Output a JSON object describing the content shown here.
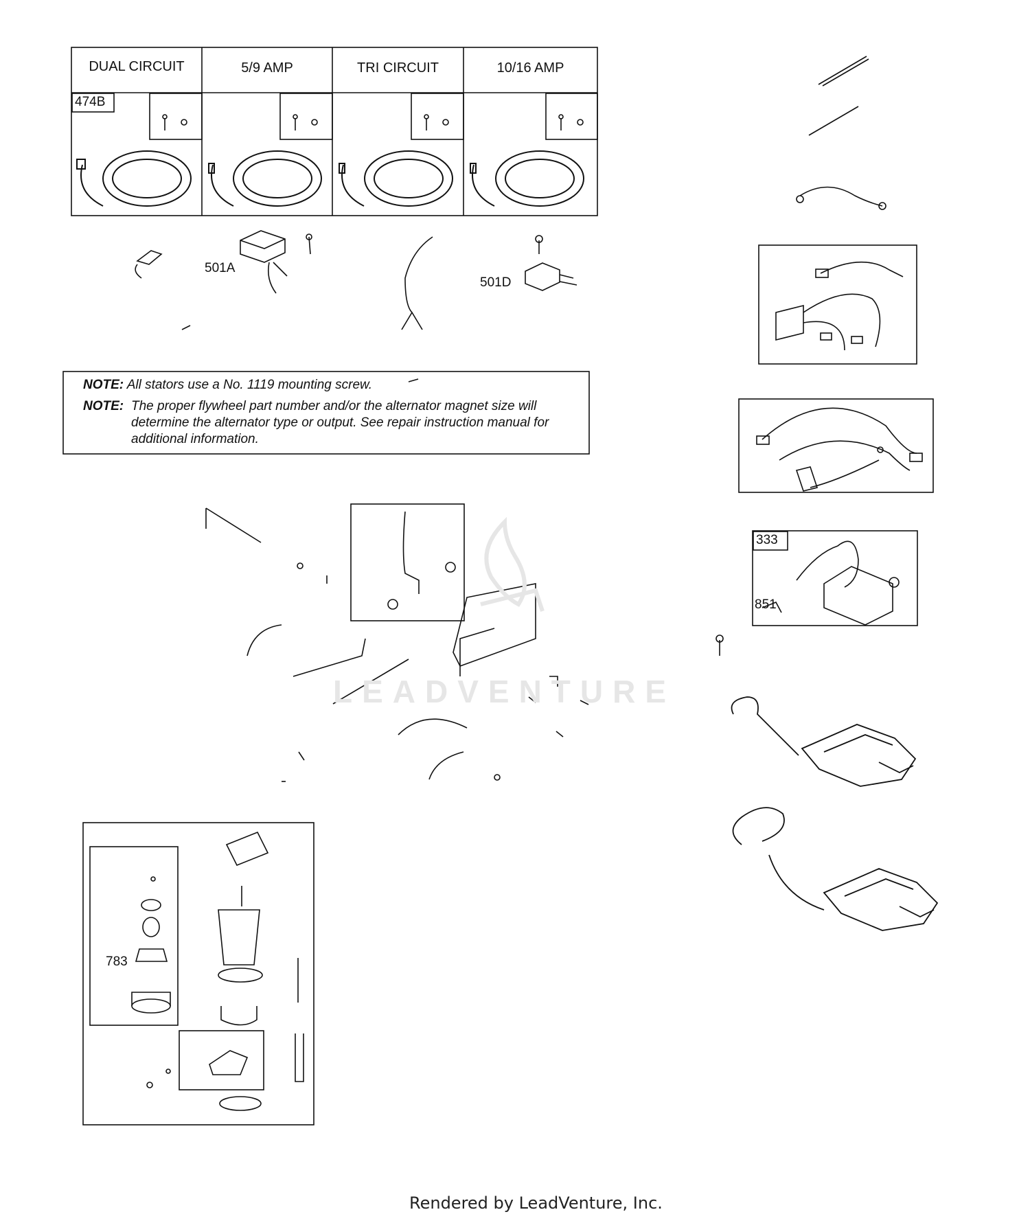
{
  "stator_table": {
    "headers": [
      "DUAL CIRCUIT",
      "5/9 AMP",
      "TRI CIRCUIT",
      "10/16 AMP"
    ],
    "callout": "474B"
  },
  "labels": {
    "rectifier_a": "501A",
    "rectifier_d": "501D",
    "ignition_armature": "333",
    "ground_clip": "851",
    "starter_drive": "783"
  },
  "notes": {
    "note_label": "NOTE:",
    "note1_text": "All stators use a No. 1119 mounting screw.",
    "note2_text": "The proper flywheel part number and/or the alternator magnet size will determine the alternator type or output. See repair instruction manual for additional information."
  },
  "watermark": "LEADVENTURE",
  "footer": "Rendered by LeadVenture, Inc.",
  "colors": {
    "line": "#111111",
    "watermark": "#e6e6e6"
  }
}
